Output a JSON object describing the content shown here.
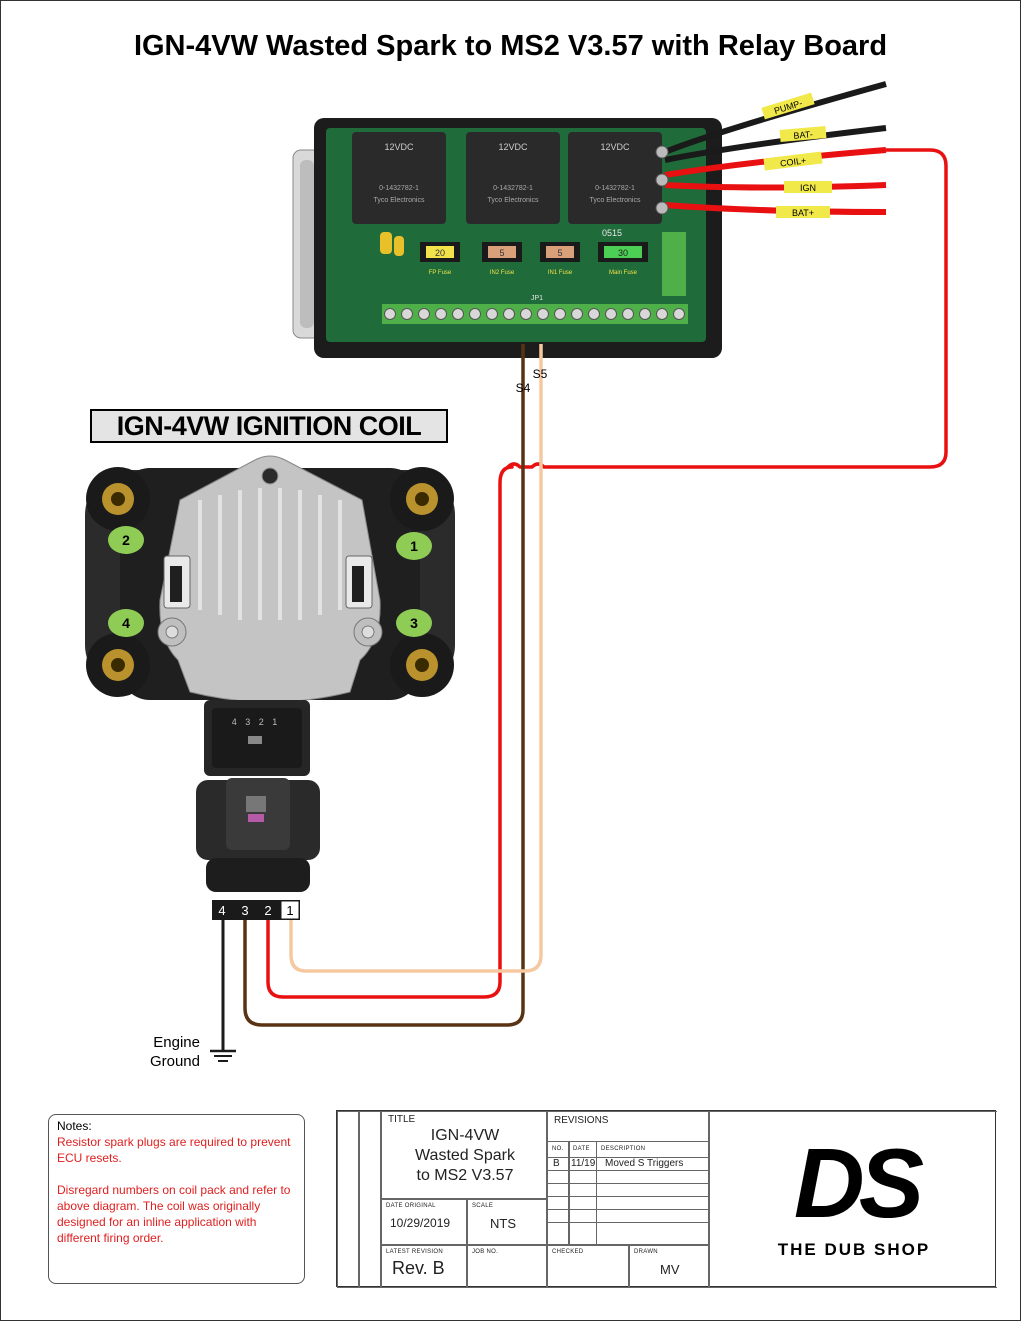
{
  "title": "IGN-4VW Wasted Spark to MS2 V3.57 with Relay Board",
  "coil_label": "IGN-4VW IGNITION COIL",
  "relay_board": {
    "wire_labels": [
      "PUMP-",
      "BAT-",
      "COIL+",
      "IGN",
      "BAT+"
    ],
    "relay_text": "12VDC",
    "relay_brand": "Tyco Electronics",
    "relay_part": "0-1432782-1",
    "fuse_labels": [
      "FP Fuse",
      "IN2 Fuse",
      "IN1 Fuse",
      "Main Fuse"
    ],
    "fuse_values": [
      "20",
      "5",
      "5",
      "30"
    ],
    "board_code": "0515",
    "connector_label": "JP1",
    "signal_labels": {
      "s4": "S4",
      "s5": "S5"
    }
  },
  "coil_pack": {
    "pin_badges": [
      "2",
      "1",
      "4",
      "3"
    ],
    "connector_pins": "4 3 2 1",
    "plug_pins": [
      "4",
      "3",
      "2",
      "1"
    ]
  },
  "ground_label": [
    "Engine",
    "Ground"
  ],
  "notes": {
    "heading": "Notes:",
    "line1": "Resistor spark plugs are required to prevent ECU resets.",
    "line2": "Disregard numbers on coil pack and refer to above diagram. The coil was originally designed for an inline application with different firing order."
  },
  "title_block": {
    "title_caption": "TITLE",
    "title_lines": [
      "IGN-4VW",
      "Wasted Spark",
      "to MS2 V3.57"
    ],
    "revisions_caption": "REVISIONS",
    "rev_headers": [
      "NO.",
      "DATE",
      "DESCRIPTION"
    ],
    "rev_row": [
      "B",
      "11/19",
      "Moved S Triggers"
    ],
    "date_caption": "DATE ORIGINAL",
    "date_value": "10/29/2019",
    "scale_caption": "SCALE",
    "scale_value": "NTS",
    "latest_caption": "LATEST REVISION",
    "latest_value": "Rev. B",
    "job_caption": "JOB NO.",
    "checked_caption": "CHECKED",
    "drawn_caption": "DRAWN",
    "drawn_value": "MV",
    "logo_text": "DS",
    "logo_tagline": "THE DUB SHOP"
  },
  "colors": {
    "red_wire": "#e81010",
    "brown_wire": "#5a3312",
    "tan_wire": "#f6c8a0",
    "black_wire": "#1a1a1a",
    "pcb_green": "#1f6b3a",
    "badge_green": "#8fcc55",
    "label_yellow": "#f1e94a",
    "notes_red": "#e02020"
  }
}
